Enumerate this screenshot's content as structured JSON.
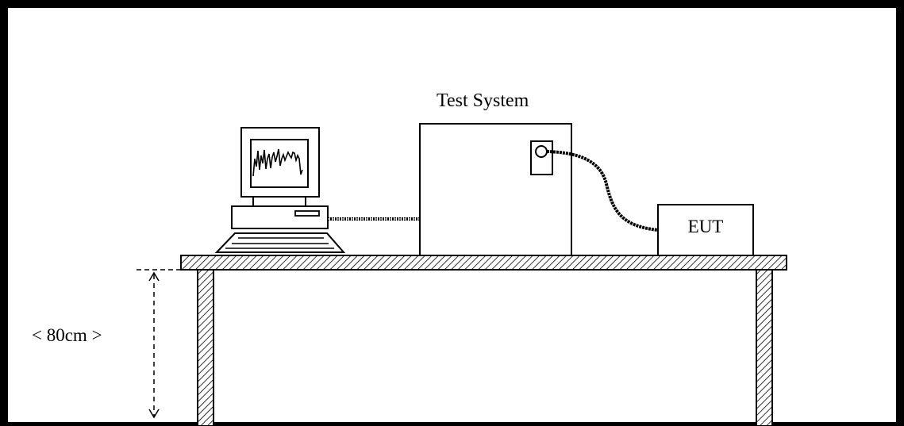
{
  "labels": {
    "test_system": "Test System",
    "eut": "EUT",
    "height": "< 80cm >"
  }
}
